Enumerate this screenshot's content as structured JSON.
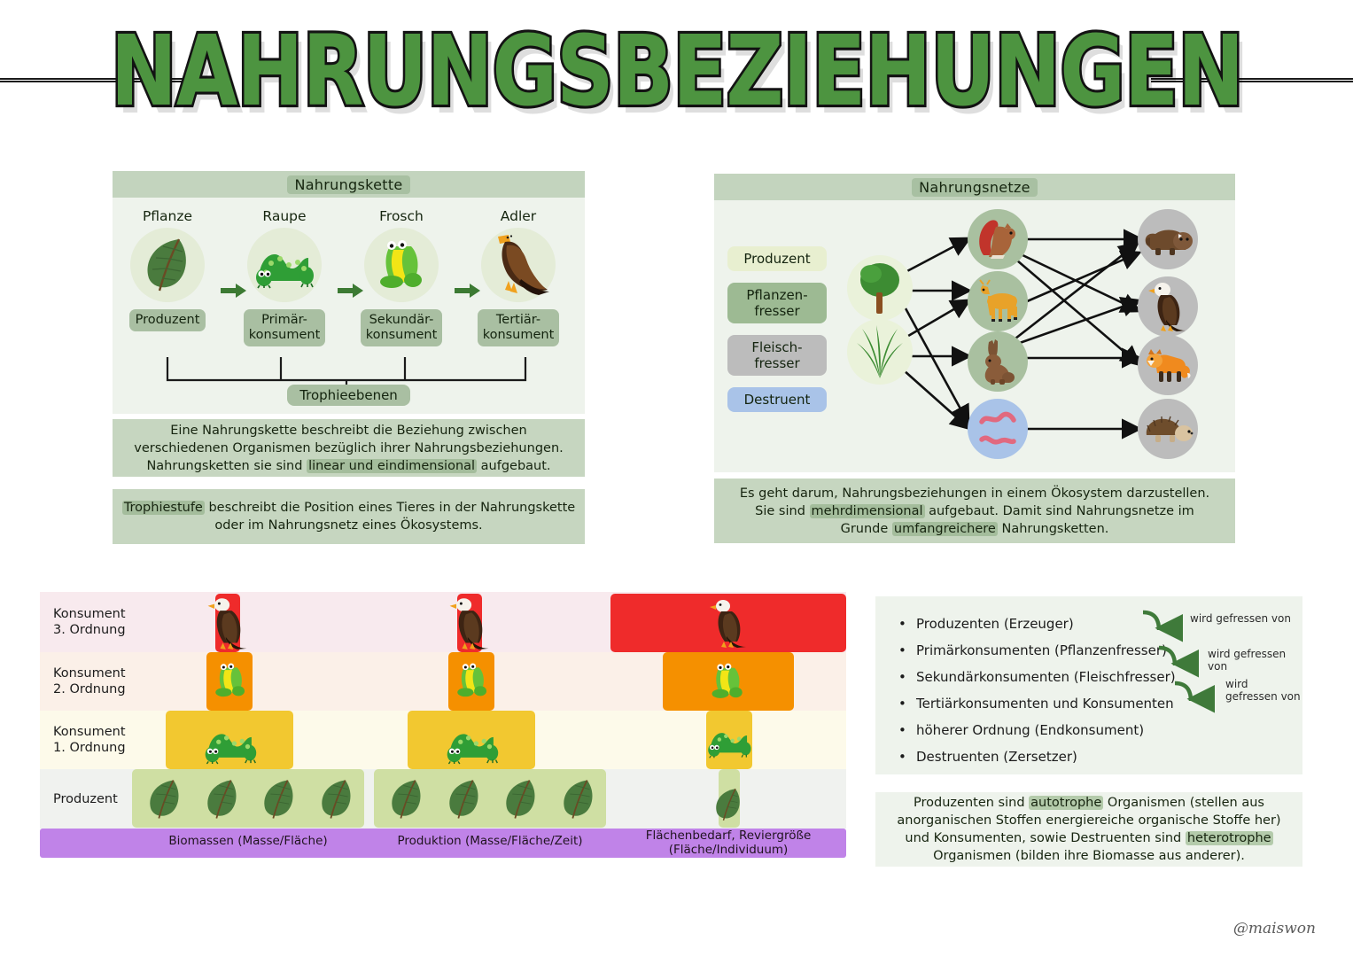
{
  "title": "NAHRUNGSBEZIEHUNGEN",
  "signature": "@maiswon",
  "colors": {
    "title_green": "#4d9440",
    "panel_bg": "#eef3ec",
    "panel_head": "#c3d4be",
    "pill_green": "#a9bfa2",
    "info_green": "#c6d6c0",
    "highlight": "#a4bd9c",
    "producer_yellow": "#e8efd0",
    "herbivore_green": "#9dba93",
    "carnivore_gray": "#bcbcbc",
    "destruent_blue": "#a9c3e8",
    "footer_purple": "#c083e8",
    "level1_yellow": "#f2c830",
    "level2_orange": "#f59000",
    "level3_red": "#ef2b2b",
    "producer_band": "#cfdfa3"
  },
  "food_chain": {
    "heading": "Nahrungskette",
    "steps": [
      {
        "name": "Pflanze",
        "role": "Produzent",
        "icon": "leaf-icon"
      },
      {
        "name": "Raupe",
        "role": "Primär-\nkonsument",
        "icon": "caterpillar-icon"
      },
      {
        "name": "Frosch",
        "role": "Sekundär-\nkonsument",
        "icon": "frog-icon"
      },
      {
        "name": "Adler",
        "role": "Tertiär-\nkonsument",
        "icon": "eagle-icon"
      }
    ],
    "roles_line1": [
      "Produzent",
      "Primär-",
      "Sekundär-",
      "Tertiär-"
    ],
    "roles_line2": [
      "",
      "konsument",
      "konsument",
      "konsument"
    ],
    "bracket_label": "Trophieebenen",
    "definition": {
      "l1": "Eine Nahrungskette beschreibt die Beziehung zwischen",
      "l2": "verschiedenen Organismen bezüglich ihrer Nahrungsbeziehungen.",
      "l3_pre": "Nahrungsketten sie sind ",
      "l3_hl": "linear und eindimensional",
      "l3_post": " aufgebaut."
    },
    "definition2": {
      "hl": "Trophiestufe",
      "l1_post": " beschreibt die Position eines Tieres in der Nahrungskette",
      "l2": "oder im Nahrungsnetz eines Ökosystems."
    }
  },
  "food_web": {
    "heading": "Nahrungsnetze",
    "legend": [
      {
        "label": "Produzent",
        "color": "#e8efd0"
      },
      {
        "label": "Pflanzen-\nfresser",
        "color": "#9dba93"
      },
      {
        "label": "Fleisch-\nfresser",
        "color": "#bcbcbc"
      },
      {
        "label": "Destruent",
        "color": "#a9c3e8"
      }
    ],
    "legend_flat": [
      "Produzent",
      "Pflanzen-",
      "fresser",
      "Fleisch-",
      "fresser",
      "Destruent"
    ],
    "producers": [
      {
        "icon": "tree-icon",
        "name": "Baum"
      },
      {
        "icon": "grass-icon",
        "name": "Gras"
      }
    ],
    "herbivores": [
      {
        "icon": "squirrel-icon",
        "name": "Eichhörnchen"
      },
      {
        "icon": "deer-icon",
        "name": "Reh"
      },
      {
        "icon": "hare-icon",
        "name": "Hase"
      },
      {
        "icon": "worms-icon",
        "name": "Würmer"
      }
    ],
    "carnivores": [
      {
        "icon": "badger-icon",
        "name": "Dachs"
      },
      {
        "icon": "eagle-icon",
        "name": "Adler"
      },
      {
        "icon": "fox-icon",
        "name": "Fuchs"
      },
      {
        "icon": "hedgehog-icon",
        "name": "Igel"
      }
    ],
    "definition": {
      "l1": "Es geht darum, Nahrungsbeziehungen in einem Ökosystem darzustellen.",
      "l2_pre": "Sie sind ",
      "l2_hl": "mehrdimensional",
      "l2_post": " aufgebaut. Damit sind Nahrungsnetze im",
      "l3_pre": "Grunde ",
      "l3_hl": "umfangreichere",
      "l3_post": " Nahrungsketten."
    }
  },
  "pyramids": {
    "row_labels": [
      {
        "l1": "Konsument",
        "l2": "3. Ordnung"
      },
      {
        "l1": "Konsument",
        "l2": "2. Ordnung"
      },
      {
        "l1": "Konsument",
        "l2": "1.  Ordnung"
      },
      {
        "l1": "Produzent",
        "l2": ""
      }
    ],
    "captions": [
      {
        "l1": "Biomassen (Masse/Fläche)",
        "l2": ""
      },
      {
        "l1": "Produktion (Masse/Fläche/Zeit)",
        "l2": ""
      },
      {
        "l1": "Flächenbedarf, Reviergröße",
        "l2": "(Fläche/Individuum)"
      }
    ],
    "leaf_counts": [
      4,
      4,
      1
    ]
  },
  "consumer_list": {
    "items": [
      "Produzenten (Erzeuger)",
      "Primärkonsumenten (Pflanzenfresser)",
      "Sekundärkonsumenten (Fleischfresser)",
      "Tertiärkonsumenten und Konsumenten",
      "höherer Ordnung (Endkonsument)",
      "Destruenten (Zersetzer)"
    ],
    "arrow_label": "wird gefressen von",
    "arrow_labels": [
      "wird gefressen von",
      "wird gefressen von",
      "wird gefressen von"
    ]
  },
  "autotroph_def": {
    "l1_pre": "Produzenten sind ",
    "l1_hl": "autotrophe",
    "l1_post": " Organismen (stellen aus",
    "l2": "anorganischen Stoffen energiereiche organische Stoffe her)",
    "l3_pre": "und Konsumenten, sowie Destruenten sind ",
    "l3_hl": "heterotrophe",
    "l4": "Organismen (bilden ihre Biomasse aus anderer)."
  }
}
